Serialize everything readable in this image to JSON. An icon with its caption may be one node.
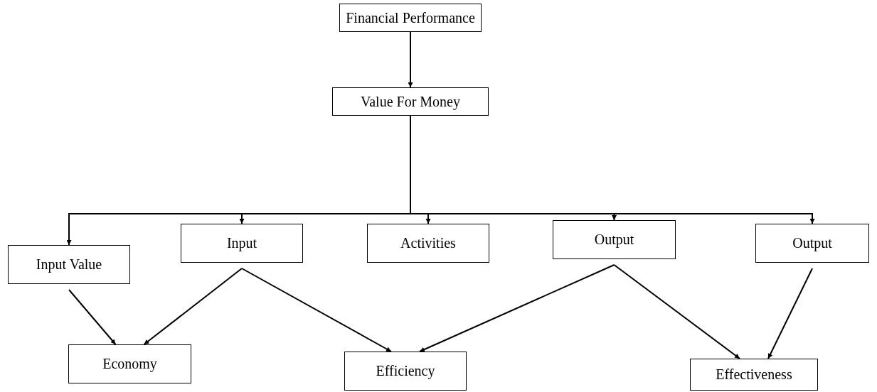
{
  "diagram": {
    "nodes": [
      {
        "text": [
          "Financial Performance"
        ]
      },
      {
        "text": [
          "Value For Money"
        ]
      },
      {
        "text": [
          "Input Value"
        ]
      },
      {
        "text": [
          "Input"
        ]
      },
      {
        "text": [
          "Activities"
        ]
      },
      {
        "text": [
          "Output"
        ]
      },
      {
        "text": [
          "Output"
        ]
      },
      {
        "text": [
          "Economy"
        ]
      },
      {
        "text": [
          "Efficiency"
        ]
      },
      {
        "text": [
          "Effectiveness"
        ]
      }
    ],
    "edges": [
      {
        "from": 0,
        "to": 1,
        "arrow": "to"
      },
      {
        "from": 1,
        "to": 2,
        "arrow": "to"
      },
      {
        "from": 1,
        "to": 3,
        "arrow": "to"
      },
      {
        "from": 1,
        "to": 4,
        "arrow": "to"
      },
      {
        "from": 1,
        "to": 5,
        "arrow": "to"
      },
      {
        "from": 1,
        "to": 6,
        "arrow": "to"
      },
      {
        "from": 2,
        "to": 7,
        "arrow": "to"
      },
      {
        "from": 3,
        "to": 7,
        "arrow": "to"
      },
      {
        "from": 3,
        "to": 8,
        "arrow": "to"
      },
      {
        "from": 5,
        "to": 8,
        "arrow": "to"
      },
      {
        "from": 5,
        "to": 9,
        "arrow": "to"
      },
      {
        "from": 6,
        "to": 9,
        "arrow": "to"
      }
    ]
  }
}
